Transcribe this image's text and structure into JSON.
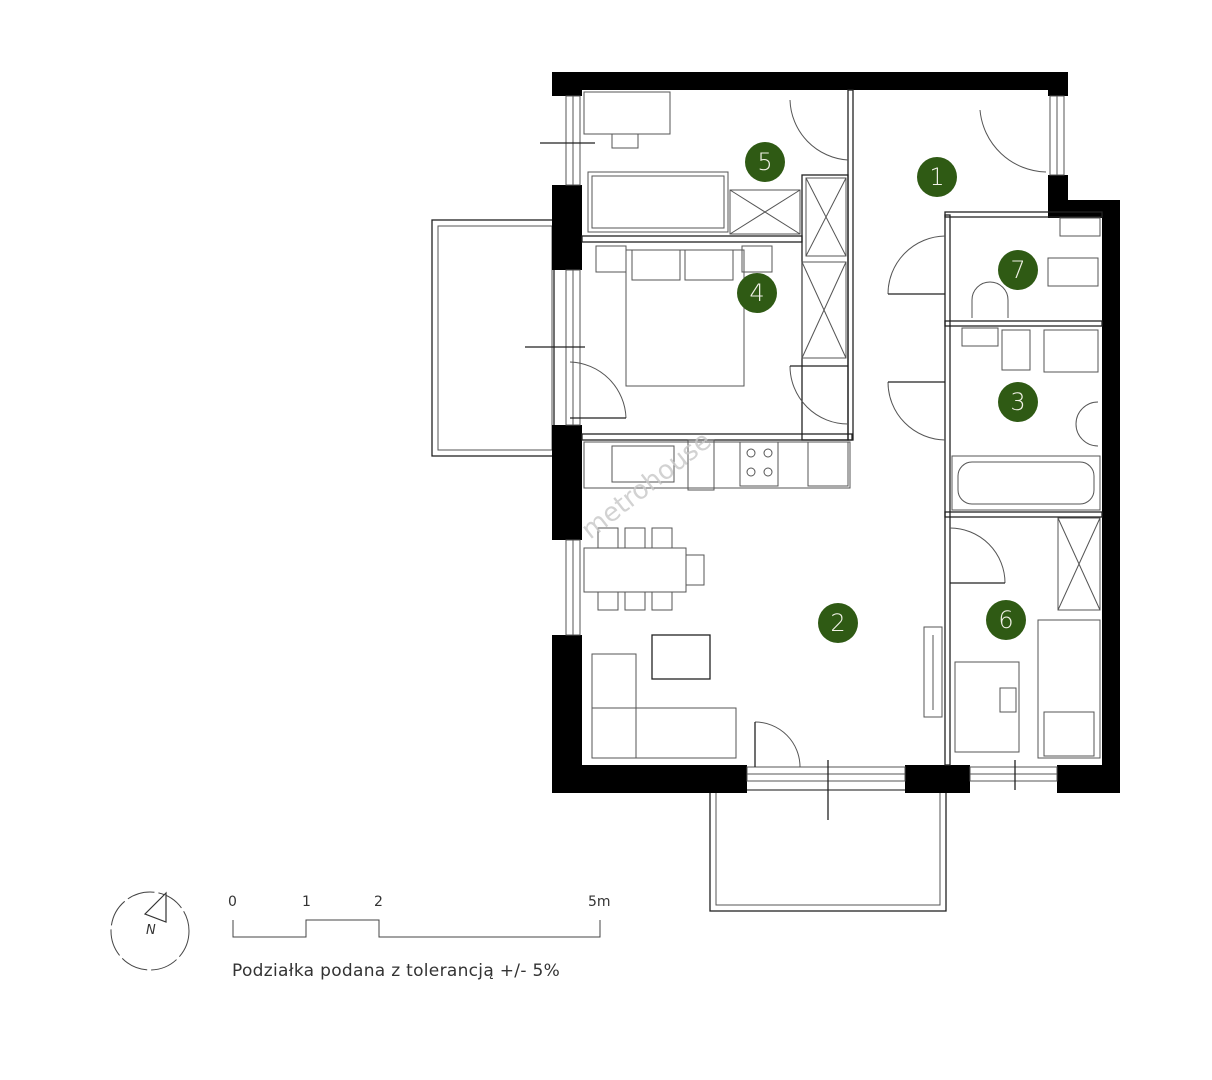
{
  "plan": {
    "rooms": [
      {
        "id": "1",
        "label": "1"
      },
      {
        "id": "2",
        "label": "2"
      },
      {
        "id": "3",
        "label": "3"
      },
      {
        "id": "4",
        "label": "4"
      },
      {
        "id": "5",
        "label": "5"
      },
      {
        "id": "6",
        "label": "6"
      },
      {
        "id": "7",
        "label": "7"
      }
    ],
    "badge_color": "#2f5a14",
    "watermark": "metrohouse"
  },
  "legend": {
    "compass_label": "N",
    "scale_ticks": [
      "0",
      "1",
      "2",
      "5m"
    ],
    "caption": "Podziałka podana z tolerancją +/- 5%"
  }
}
